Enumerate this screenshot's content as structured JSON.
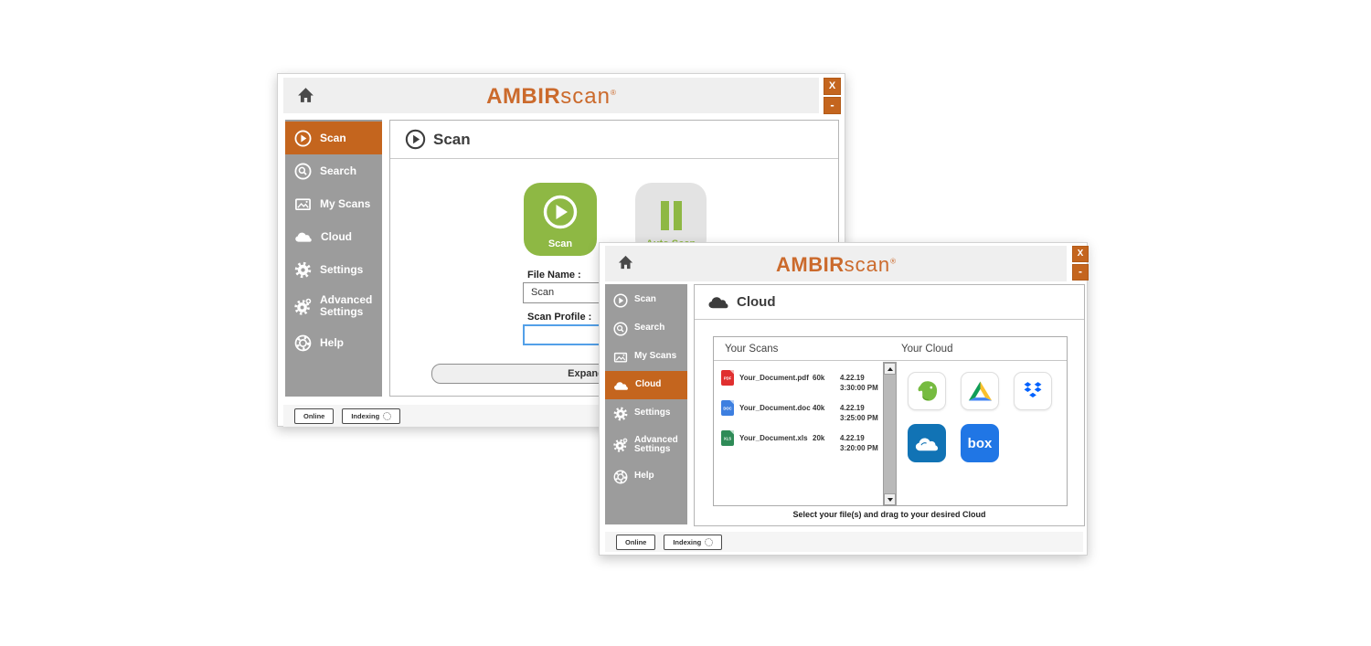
{
  "app": {
    "logo_bold": "AMBIR",
    "logo_light": "scan",
    "logo_mark": "®",
    "close_label": "X",
    "minimize_label": "-"
  },
  "colors": {
    "brand_orange": "#c4651e",
    "logo_orange": "#cb6a2c",
    "scan_green": "#8eb844",
    "sidebar_gray": "#9c9c9c",
    "profile_field_blue": "#53a0e8",
    "pdf_red": "#e02f2f",
    "doc_blue": "#3d7fe0",
    "xls_green": "#2e8b57",
    "onedrive_blue": "#1173b5",
    "box_blue": "#2076e5",
    "dropbox_blue": "#0062ff"
  },
  "sidebar": [
    {
      "label": "Scan",
      "icon": "play-icon"
    },
    {
      "label": "Search",
      "icon": "search-icon"
    },
    {
      "label": "My Scans",
      "icon": "image-icon"
    },
    {
      "label": "Cloud",
      "icon": "cloud-icon"
    },
    {
      "label": "Settings",
      "icon": "gear-icon"
    },
    {
      "label": "Advanced Settings",
      "icon": "gear-plus-icon"
    },
    {
      "label": "Help",
      "icon": "help-icon"
    }
  ],
  "back_window": {
    "active_item": "Scan",
    "title": "Scan",
    "scan_button_label": "Scan",
    "pause_button_label": "Auto Scan",
    "file_name_label": "File Name :",
    "file_name_value": "Scan",
    "scan_profile_label": "Scan Profile :",
    "scan_profile_value": "",
    "expand_label": "Expand",
    "status": {
      "online": "Online",
      "indexing": "Indexing"
    }
  },
  "front_window": {
    "active_item": "Cloud",
    "title": "Cloud",
    "your_scans_label": "Your Scans",
    "your_cloud_label": "Your Cloud",
    "files": [
      {
        "type": "PDF",
        "name": "Your_Document.pdf",
        "size": "60k",
        "date": "4.22.19",
        "time": "3:30:00 PM"
      },
      {
        "type": "DOC",
        "name": "Your_Document.doc",
        "size": "40k",
        "date": "4.22.19",
        "time": "3:25:00 PM"
      },
      {
        "type": "XLS",
        "name": "Your_Document.xls",
        "size": "20k",
        "date": "4.22.19",
        "time": "3:20:00 PM"
      }
    ],
    "clouds": {
      "evernote": "Evernote",
      "google_drive": "Google Drive",
      "dropbox": "Dropbox",
      "onedrive": "OneDrive",
      "box": "Box",
      "box_logo_text": "box"
    },
    "caption": "Select your file(s) and drag to your desired Cloud",
    "status": {
      "online": "Online",
      "indexing": "Indexing"
    }
  }
}
